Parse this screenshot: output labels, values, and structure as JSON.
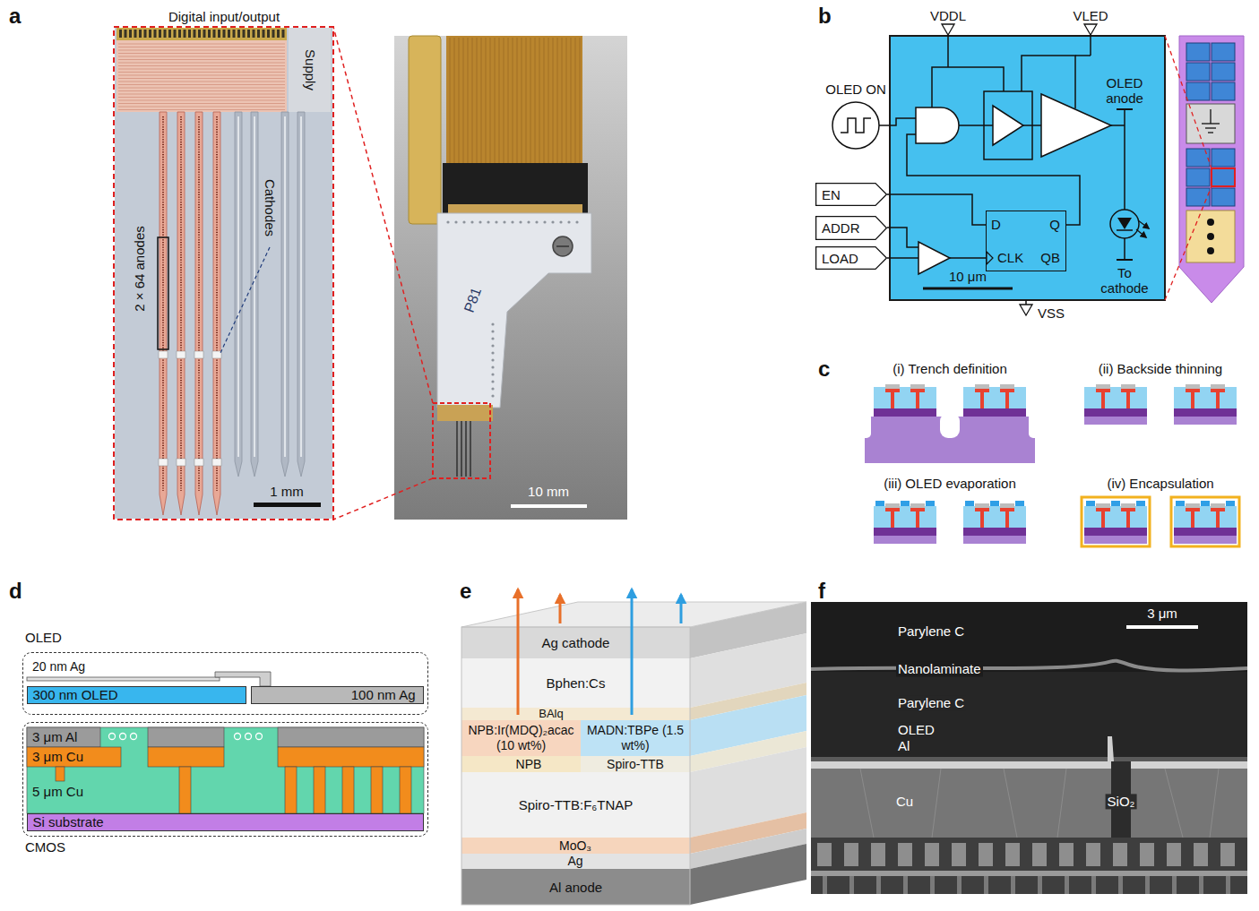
{
  "diagram": {
    "nodes": [
      {
        "text": [
          "OLED anode",
          "10 μm",
          "To cathode"
        ]
      },
      {
        "text": [
          "EN"
        ]
      },
      {
        "text": [
          "ADDR"
        ]
      },
      {
        "text": [
          "LOAD"
        ]
      },
      {
        "text": [
          "D",
          "Q",
          "CLK",
          "QB"
        ],
        "in": 0
      },
      {
        "text": [
          "OLED"
        ]
      },
      {
        "text": [
          "300 nm OLED"
        ],
        "in": 5
      },
      {
        "text": [
          "100 nm Ag"
        ],
        "in": 5
      },
      {
        "text": [
          "CMOS"
        ]
      },
      {
        "text": [
          "Si substrate"
        ],
        "in": 8
      },
      {
        "text": [
          "Ag cathode"
        ]
      },
      {
        "text": [
          "Bphen:Cs"
        ]
      },
      {
        "text": [
          "NPB:Ir(MDQ)₂acac (10 wt%)"
        ]
      },
      {
        "text": [
          "MADN:TBPe (1.5 wt%)"
        ]
      },
      {
        "text": [
          "Spiro-TTB:F₆TNAP"
        ]
      },
      {
        "text": [
          "Al anode"
        ]
      }
    ],
    "edges": [
      {
        "from": 1,
        "to": 4,
        "arrow": "none"
      }
    ],
    "labels": [
      "a",
      "Digital input/output",
      "Supply",
      "2 × 64 anodes",
      "Cathodes",
      "1 mm",
      "P81",
      "10 mm",
      "b",
      "VDDL",
      "VLED",
      "OLED ON",
      "VSS",
      "c",
      "(i) Trench definition",
      "(ii) Backside thinning",
      "(iii) OLED evaporation",
      "(iv) Encapsulation",
      "d",
      "20 nm Ag",
      "3 μm Al",
      "3 μm Cu",
      "5 μm Cu",
      "e",
      "BAlq",
      "NPB",
      "Spiro-TTB",
      "MoO₃",
      "Ag",
      "f",
      "Parylene C",
      "Nanolaminate",
      "Parylene C",
      "OLED",
      "Al",
      "Cu",
      "SiO₂",
      "3 μm"
    ]
  }
}
